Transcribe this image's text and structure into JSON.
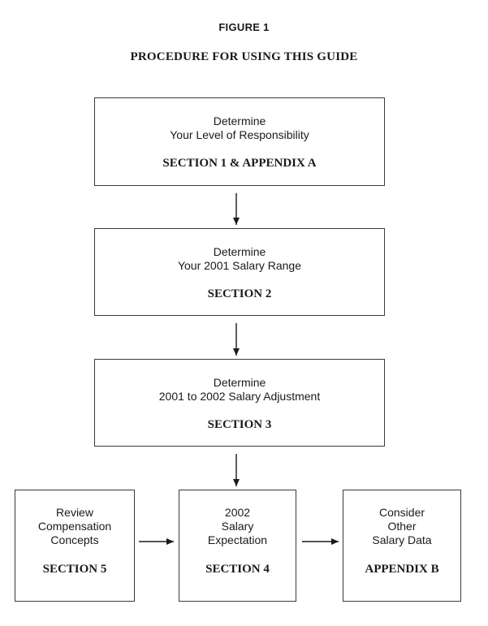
{
  "figure_label": "FIGURE 1",
  "title": "PROCEDURE FOR USING THIS GUIDE",
  "boxes": {
    "step1": {
      "lines": [
        "Determine",
        "Your Level of Responsibility"
      ],
      "section": "SECTION 1 & APPENDIX A"
    },
    "step2": {
      "lines": [
        "Determine",
        "Your 2001 Salary Range"
      ],
      "section": "SECTION 2"
    },
    "step3": {
      "lines": [
        "Determine",
        "2001 to 2002 Salary Adjustment"
      ],
      "section": "SECTION 3"
    },
    "review": {
      "lines": [
        "Review",
        "Compensation",
        "Concepts"
      ],
      "section": "SECTION 5"
    },
    "expectation": {
      "lines": [
        "2002",
        "Salary",
        "Expectation"
      ],
      "section": "SECTION 4"
    },
    "consider": {
      "lines": [
        "Consider",
        "Other",
        "Salary Data"
      ],
      "section": "APPENDIX B"
    }
  }
}
